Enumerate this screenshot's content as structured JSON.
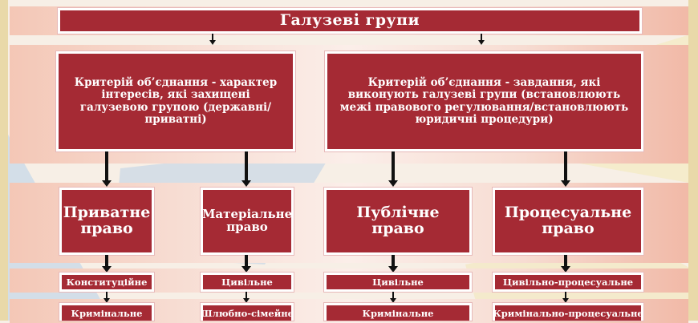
{
  "title": "Галузеві групи",
  "criteria": [
    "Критерій об’єднання - характер інтересів, які захищені галузевою групою (державні/приватні)",
    "Критерій об’єднання - завдання, які виконують галузеві групи (встановлюють межі правового регулювання/встановлюють юридичні процедури)"
  ],
  "law_types": [
    "Приватне право",
    "Матеріальне право",
    "Публічне право",
    "Процесуальне право"
  ],
  "row1": [
    "Конституційне",
    "Цивільне",
    "Цивільне",
    "Цивільно-процесуальне"
  ],
  "row2": [
    "Кримінальне",
    "Шлюбно-сімейне",
    "Кримінальне",
    "Кримінально-процесуальне"
  ],
  "colors": {
    "box": "#a52a34",
    "band": "#f7ddd3",
    "frame": "#e9d9a9"
  }
}
